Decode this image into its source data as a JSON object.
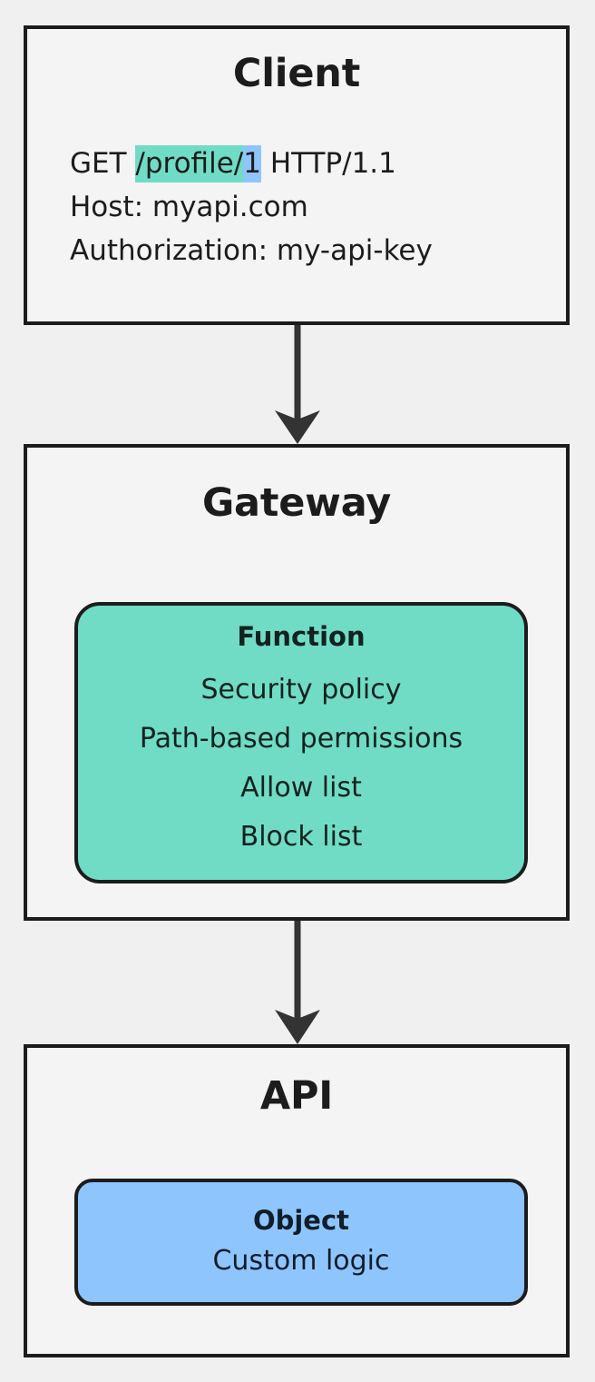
{
  "diagram": {
    "type": "flowchart",
    "background_color": "#f0f0f0",
    "border_color": "#1c1c1c",
    "node_fill": "#f4f4f4",
    "accent_teal": "#70dcc6",
    "accent_blue": "#8ec5fc",
    "arrow_color": "#333333"
  },
  "client": {
    "title": "Client",
    "request": {
      "method": "GET",
      "path_highlighted_teal": "/profile/",
      "id_highlighted_blue": "1",
      "protocol": "HTTP/1.1",
      "full_line": "GET /profile/1 HTTP/1.1"
    },
    "headers": [
      "Host: myapi.com",
      "Authorization: my-api-key"
    ]
  },
  "gateway": {
    "title": "Gateway",
    "function_box": {
      "title": "Function",
      "items": [
        "Security policy",
        "Path-based permissions",
        "Allow list",
        "Block list"
      ]
    }
  },
  "api": {
    "title": "API",
    "object_box": {
      "title": "Object",
      "items": [
        "Custom logic"
      ]
    }
  },
  "arrows": [
    {
      "from": "Client",
      "to": "Gateway",
      "direction": "down"
    },
    {
      "from": "Gateway",
      "to": "API",
      "direction": "down"
    }
  ]
}
